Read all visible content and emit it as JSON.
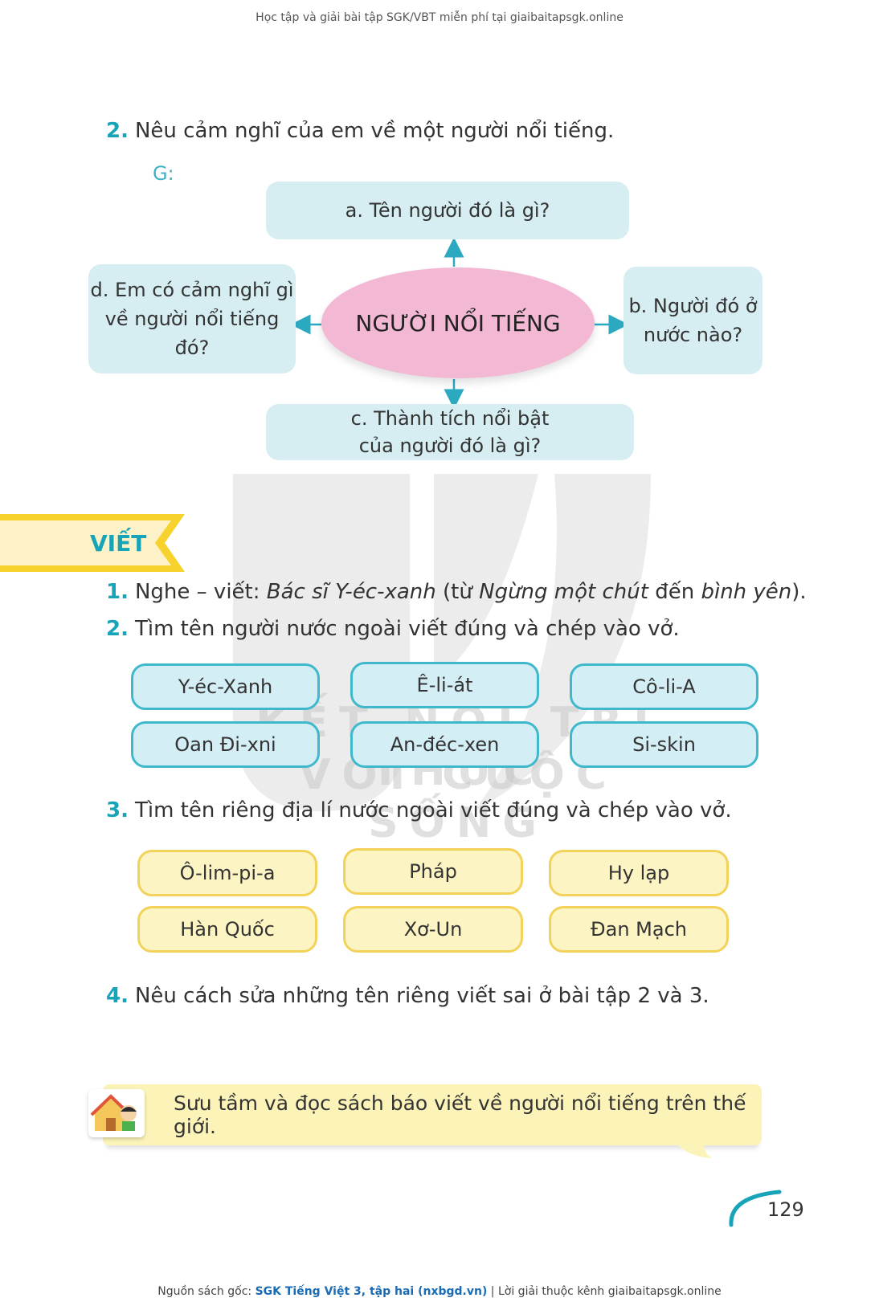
{
  "header": {
    "note": "Học tập và giải bài tập SGK/VBT miễn phí tại giaibaitapsgk.online"
  },
  "task2_top": {
    "num": "2.",
    "text": "Nêu cảm nghĩ của em về một người nổi tiếng.",
    "g_label": "G:"
  },
  "mindmap": {
    "center": "NGƯỜI NỔI TIẾNG",
    "a": "a. Tên người đó là gì?",
    "b_line1": "b. Người đó ở",
    "b_line2": "nước nào?",
    "c_line1": "c. Thành tích nổi bật",
    "c_line2": "của người đó là gì?",
    "d_line1": "d. Em có cảm nghĩ gì",
    "d_line2": "về người nổi tiếng đó?"
  },
  "section": {
    "title": "VIẾT"
  },
  "watermark": {
    "line1": "KẾT NỐI TRI THỨC",
    "line2": "VỚI CUỘC SỐNG"
  },
  "w1": {
    "num": "1.",
    "prefix": "Nghe – viết: ",
    "title_italic": "Bác sĩ Y-éc-xanh",
    "mid": " (từ ",
    "from_italic": "Ngừng một chút",
    "to_word": " đến ",
    "end_italic": "bình yên",
    "close": ")."
  },
  "w2": {
    "num": "2.",
    "text": "Tìm tên người nước ngoài viết đúng và chép vào vở.",
    "names": [
      "Y-éc-Xanh",
      "Ê-li-át",
      "Cô-li-A",
      "Oan Đi-xni",
      "An-đéc-xen",
      "Si-skin"
    ]
  },
  "w3": {
    "num": "3.",
    "text": "Tìm tên riêng địa lí nước ngoài viết đúng và chép vào vở.",
    "places": [
      "Ô-lim-pi-a",
      "Pháp",
      "Hy lạp",
      "Hàn Quốc",
      "Xơ-Un",
      "Đan Mạch"
    ]
  },
  "w4": {
    "num": "4.",
    "text": "Nêu cách sửa những tên riêng viết sai ở bài tập 2 và 3."
  },
  "tip": {
    "text": "Sưu tầm và đọc sách báo viết về người nổi tiếng trên thế giới.",
    "icon": "home-activity-icon"
  },
  "page_number": "129",
  "footer": {
    "prefix": "Nguồn sách gốc: ",
    "source": "SGK Tiếng Việt 3, tập hai (nxbgd.vn)",
    "suffix": " | Lời giải thuộc kênh giaibaitapsgk.online"
  },
  "colors": {
    "teal": "#17a3b8",
    "box_blue": "#d6eef2",
    "pink": "#f2b8d4",
    "yellow": "#fdf4c4",
    "banner": "#f7d22c"
  }
}
